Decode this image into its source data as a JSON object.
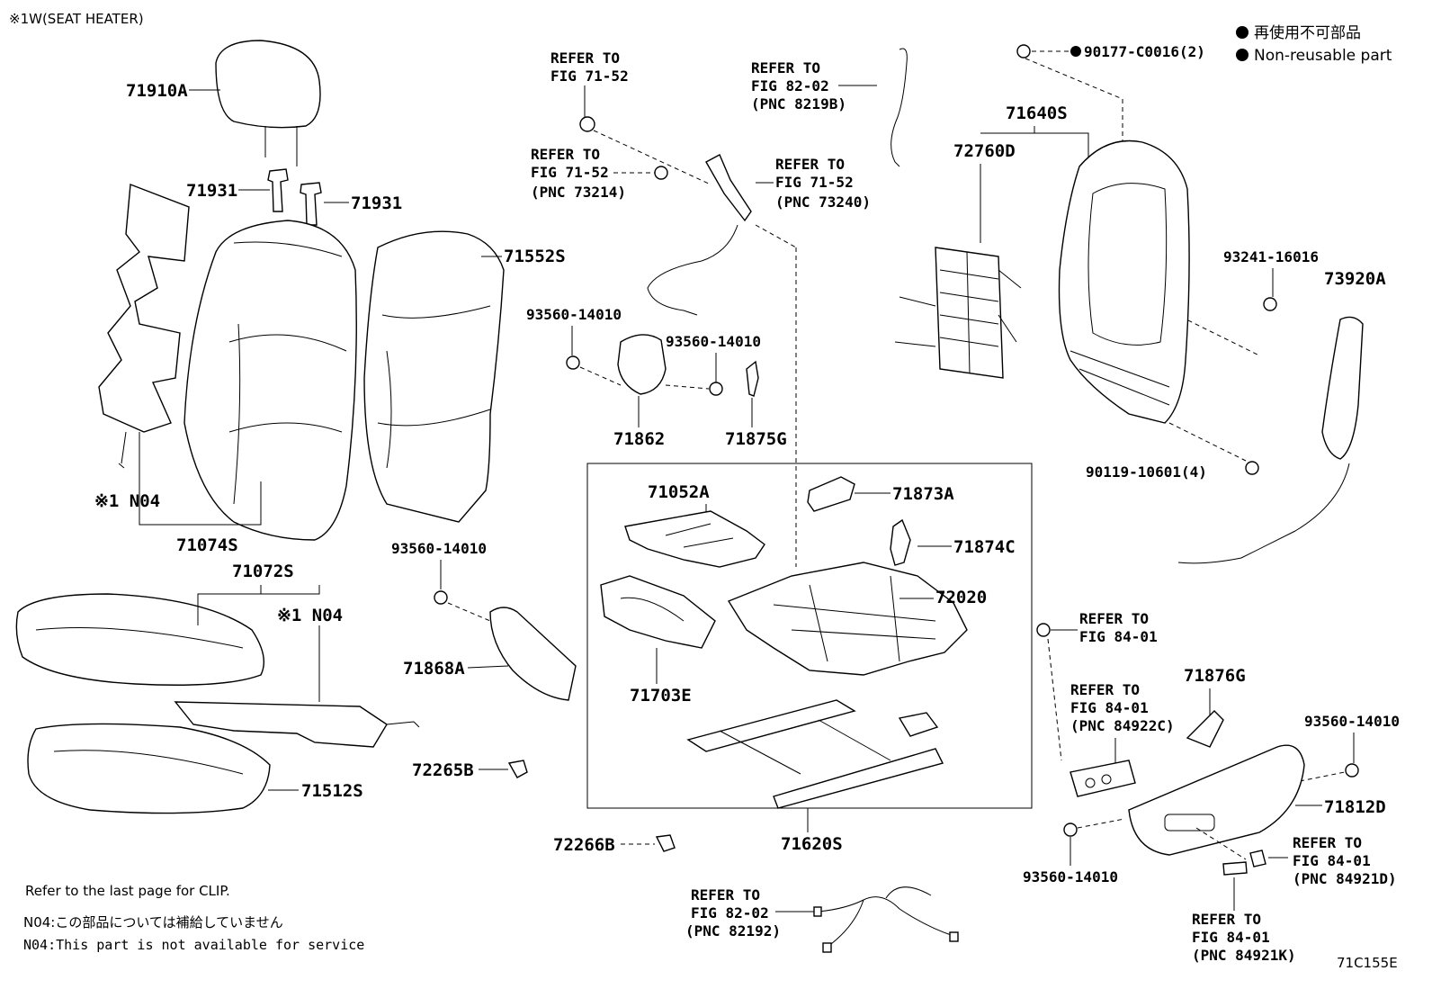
{
  "header_note": "※1W(SEAT HEATER)",
  "legend": {
    "jp": "再使用不可部品",
    "en": "Non-reusable part",
    "marker": "filled-circle"
  },
  "parts": {
    "p71910A": "71910A",
    "p71931a": "71931",
    "p71931b": "71931",
    "p71552S": "71552S",
    "p71074S": "71074S",
    "n04a": "※1 N04",
    "n04b": "※1 N04",
    "p71072S": "71072S",
    "p71512S": "71512S",
    "p93560_1": "93560-14010",
    "p93560_2": "93560-14010",
    "p93560_3": "93560-14010",
    "p93560_4": "93560-14010",
    "p93560_5": "93560-14010",
    "p71862": "71862",
    "p71875G": "71875G",
    "p71868A": "71868A",
    "p72265B": "72265B",
    "p72266B": "72266B",
    "p71052A": "71052A",
    "p71873A": "71873A",
    "p71874C": "71874C",
    "p72020": "72020",
    "p71703E": "71703E",
    "p71620S": "71620S",
    "p90177": "90177-C0016(2)",
    "p71640S": "71640S",
    "p72760D": "72760D",
    "p93241": "93241-16016",
    "p73920A": "73920A",
    "p90119": "90119-10601(4)",
    "p71876G": "71876G",
    "p71812D": "71812D"
  },
  "refs": {
    "r1": [
      "REFER TO",
      "FIG 71-52"
    ],
    "r2": [
      "REFER TO",
      "FIG 71-52",
      "(PNC 73214)"
    ],
    "r3": [
      "REFER TO",
      "FIG 82-02",
      "(PNC 8219B)"
    ],
    "r4": [
      "REFER TO",
      "FIG 71-52",
      "(PNC 73240)"
    ],
    "r5": [
      "REFER TO",
      "FIG 84-01"
    ],
    "r6": [
      "REFER TO",
      "FIG 84-01",
      "(PNC 84922C)"
    ],
    "r7": [
      "REFER TO",
      "FIG 84-01",
      "(PNC 84921D)"
    ],
    "r8": [
      "REFER TO",
      "FIG 84-01",
      "(PNC 84921K)"
    ],
    "r9": [
      "REFER TO",
      "FIG 82-02",
      "(PNC 82192)"
    ]
  },
  "footnotes": {
    "clip": "Refer to the last page for CLIP.",
    "n04_jp": "N04:この部品については補給していません",
    "n04_en": "N04:This part is not available for service"
  },
  "figure_code": "71C155E"
}
